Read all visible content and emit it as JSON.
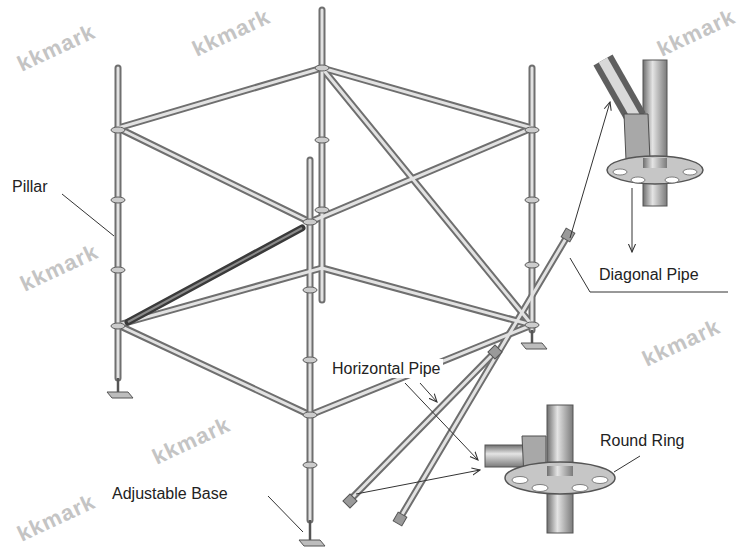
{
  "diagram": {
    "labels": [
      "Pillar",
      "Diagonal Pipe",
      "Horizontal Pipe",
      "Round Ring",
      "Adjustable Base",
      "kkmark",
      "kkmark",
      "kkmark",
      "kkmark",
      "kkmark",
      "kkmark",
      "kkmark"
    ]
  }
}
